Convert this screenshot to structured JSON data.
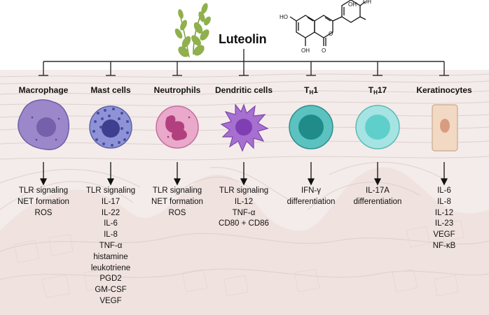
{
  "compound": {
    "name": "Luteolin"
  },
  "molecule_labels": {
    "oh_top_1": "OH",
    "oh_top_2": "OH",
    "ho_left": "HO",
    "oh_bottom": "OH",
    "o_bottom": "O"
  },
  "colors": {
    "line": "#2b2b2b",
    "skin_bg": "#f3ebe9",
    "skin_lines": "#d9cdca",
    "macrophage": "#9b87c9",
    "mast": "#7d86cc",
    "neutrophil": "#e8a6c8",
    "dendritic": "#a66fd0",
    "th1": "#4fb8b8",
    "th17": "#8fdcdc",
    "keratinocyte": "#f1d7c2"
  },
  "targets": [
    {
      "id": "macrophage",
      "label": "Macrophage",
      "sub": "",
      "effects": [
        "TLR signaling",
        "NET formation",
        "ROS"
      ]
    },
    {
      "id": "mast",
      "label": "Mast cells",
      "sub": "",
      "effects": [
        "TLR signaling",
        "IL-17",
        "IL-22",
        "IL-6",
        "IL-8",
        "TNF-α",
        "histamine",
        "leukotriene",
        "PGD2",
        "GM-CSF",
        "VEGF"
      ]
    },
    {
      "id": "neutrophil",
      "label": "Neutrophils",
      "sub": "",
      "effects": [
        "TLR signaling",
        "NET formation",
        "ROS"
      ]
    },
    {
      "id": "dendritic",
      "label": "Dendritic cells",
      "sub": "",
      "effects": [
        "TLR signaling",
        "IL-12",
        "TNF-α",
        "CD80 + CD86"
      ]
    },
    {
      "id": "th1",
      "label": "T",
      "sub": "H",
      "suffix": "1",
      "effects": [
        "IFN-γ",
        "differentiation"
      ]
    },
    {
      "id": "th17",
      "label": "T",
      "sub": "H",
      "suffix": "17",
      "effects": [
        "IL-17A",
        "differentiation"
      ]
    },
    {
      "id": "keratinocyte",
      "label": "Keratinocytes",
      "sub": "",
      "effects": [
        "IL-6",
        "IL-8",
        "IL-12",
        "IL-23",
        "VEGF",
        "NF-κB"
      ]
    }
  ]
}
